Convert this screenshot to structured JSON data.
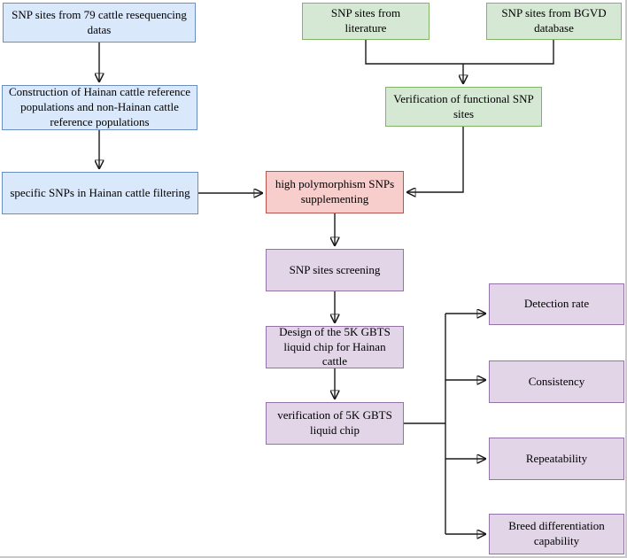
{
  "diagram": {
    "background": "#ffffff",
    "arrow_color": "#1a1a1a",
    "palette": {
      "blue_fill": "#dae8fc",
      "blue_border": "#6c8ebf",
      "green_fill": "#d5e8d4",
      "green_border": "#82b366",
      "red_fill": "#f8cecc",
      "red_border": "#b85450",
      "purple_fill": "#e1d5e7",
      "purple_border": "#9673a6"
    },
    "nodes": [
      {
        "id": "resequencing",
        "color": "blue",
        "label": "SNP sites from 79 cattle resequencing datas"
      },
      {
        "id": "literature",
        "color": "green",
        "label": "SNP sites from literature"
      },
      {
        "id": "bgvd",
        "color": "green",
        "label": "SNP sites from BGVD database"
      },
      {
        "id": "construction",
        "color": "blue",
        "label": "Construction of Hainan cattle reference populations and non-Hainan cattle reference populations"
      },
      {
        "id": "verif-func",
        "color": "green",
        "label": "Verification of functional SNP sites"
      },
      {
        "id": "specific",
        "color": "blue",
        "label": "specific SNPs in Hainan cattle filtering"
      },
      {
        "id": "highpoly",
        "color": "red",
        "label": "high polymorphism SNPs supplementing"
      },
      {
        "id": "screening",
        "color": "purple",
        "label": "SNP sites screening"
      },
      {
        "id": "design",
        "color": "purple",
        "label": "Design of the 5K GBTS liquid chip for Hainan cattle"
      },
      {
        "id": "verif-chip",
        "color": "purple",
        "label": "verification of 5K GBTS liquid chip"
      },
      {
        "id": "detection",
        "color": "purple",
        "label": "Detection rate"
      },
      {
        "id": "consistency",
        "color": "purple",
        "label": "Consistency"
      },
      {
        "id": "repeatability",
        "color": "purple",
        "label": "Repeatability"
      },
      {
        "id": "breed",
        "color": "purple",
        "label": "Breed differentiation capability"
      }
    ],
    "edges": [
      {
        "from": "resequencing",
        "to": "construction"
      },
      {
        "from": "construction",
        "to": "specific"
      },
      {
        "from": "literature",
        "to": "verif-func"
      },
      {
        "from": "bgvd",
        "to": "verif-func"
      },
      {
        "from": "verif-func",
        "to": "highpoly"
      },
      {
        "from": "specific",
        "to": "highpoly"
      },
      {
        "from": "highpoly",
        "to": "screening"
      },
      {
        "from": "screening",
        "to": "design"
      },
      {
        "from": "design",
        "to": "verif-chip"
      },
      {
        "from": "verif-chip",
        "to": "detection"
      },
      {
        "from": "verif-chip",
        "to": "consistency"
      },
      {
        "from": "verif-chip",
        "to": "repeatability"
      },
      {
        "from": "verif-chip",
        "to": "breed"
      }
    ]
  }
}
